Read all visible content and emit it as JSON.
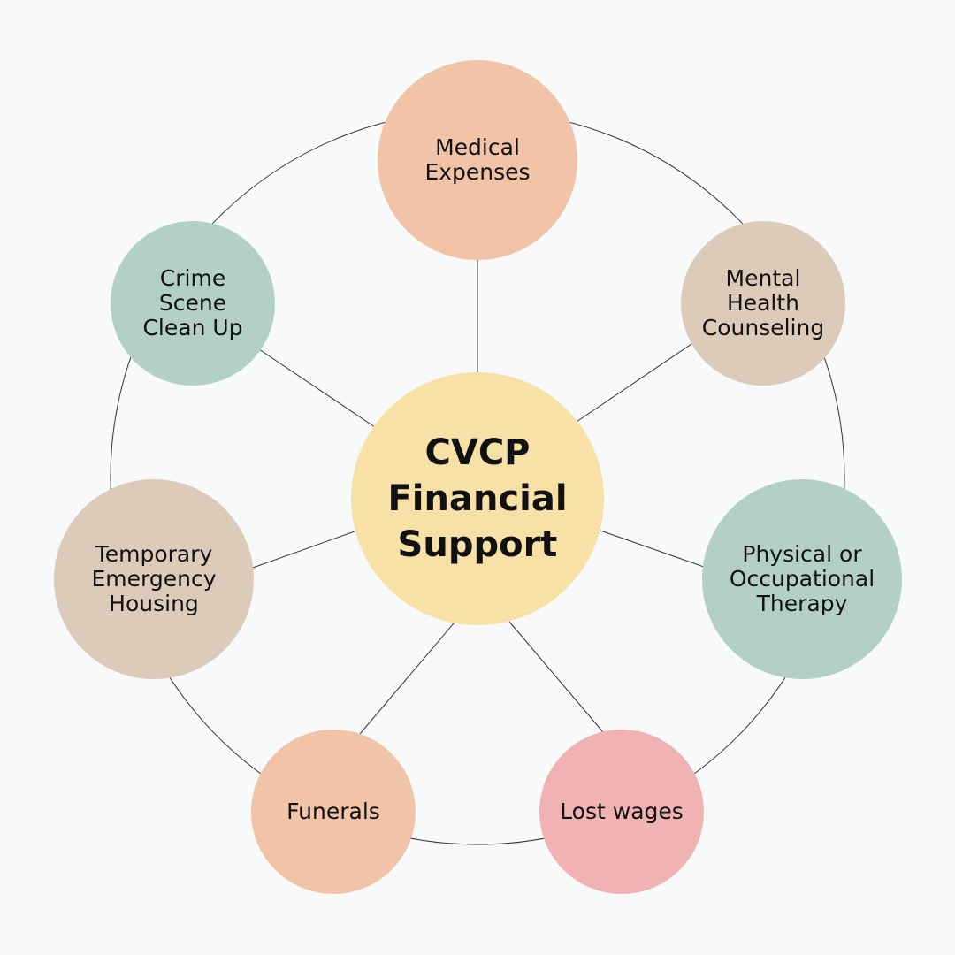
{
  "center": {
    "label": "CVCP\nFinancial\nSupport",
    "color": "#f8e1a6"
  },
  "nodes": [
    {
      "id": "medical",
      "label": "Medical\nExpenses",
      "color": "#f1c4a8"
    },
    {
      "id": "mental",
      "label": "Mental\nHealth\nCounseling",
      "color": "#dccbb8"
    },
    {
      "id": "physical",
      "label": "Physical or\nOccupational\nTherapy",
      "color": "#b3d0c4"
    },
    {
      "id": "lost",
      "label": "Lost wages",
      "color": "#f0b2b3"
    },
    {
      "id": "funerals",
      "label": "Funerals",
      "color": "#f1c4a8"
    },
    {
      "id": "temp",
      "label": "Temporary\nEmergency\nHousing",
      "color": "#dccbb8"
    },
    {
      "id": "crime",
      "label": "Crime\nScene\nClean Up",
      "color": "#b3d0c4"
    }
  ]
}
